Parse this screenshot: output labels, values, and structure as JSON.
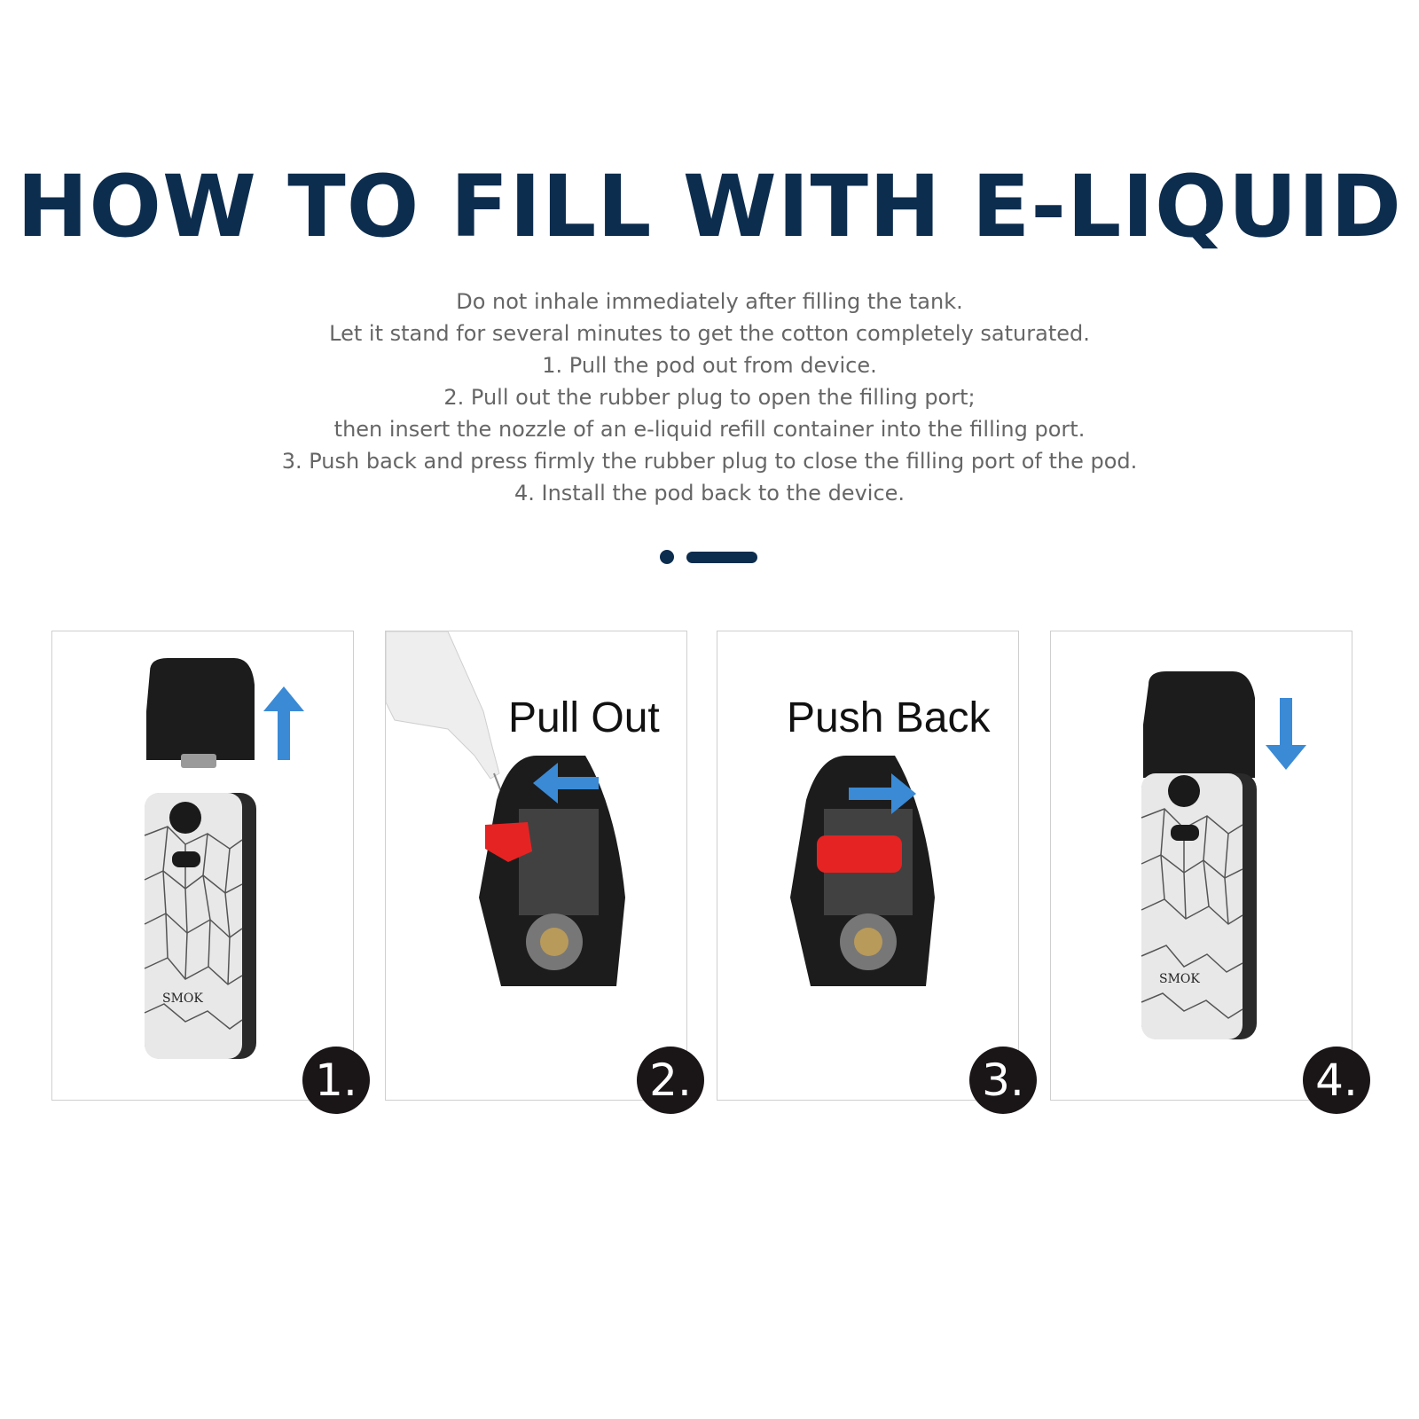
{
  "title": "HOW TO FILL WITH E-LIQUID",
  "instructions": [
    "Do not inhale immediately after filling the tank.",
    "Let it stand for several minutes to get the cotton completely saturated.",
    "1. Pull the pod out from device.",
    "2. Pull out the rubber plug to open the filling port;",
    "then insert the nozzle of an e-liquid refill container into the filling port.",
    "3. Push back and press firmly the rubber plug to close the filling port of the pod.",
    "4. Install the pod back to the device."
  ],
  "steps": [
    {
      "number": "1.",
      "caption": ""
    },
    {
      "number": "2.",
      "caption": "Pull Out"
    },
    {
      "number": "3.",
      "caption": "Push Back"
    },
    {
      "number": "4.",
      "caption": ""
    }
  ],
  "brand": "SMOK",
  "colors": {
    "title": "#0d2d4e",
    "arrow": "#3a8ad6",
    "plug": "#e52323",
    "pod": "#1c1c1c"
  },
  "icons": [
    "arrow-up-icon",
    "arrow-left-icon",
    "arrow-right-icon",
    "arrow-down-icon"
  ]
}
